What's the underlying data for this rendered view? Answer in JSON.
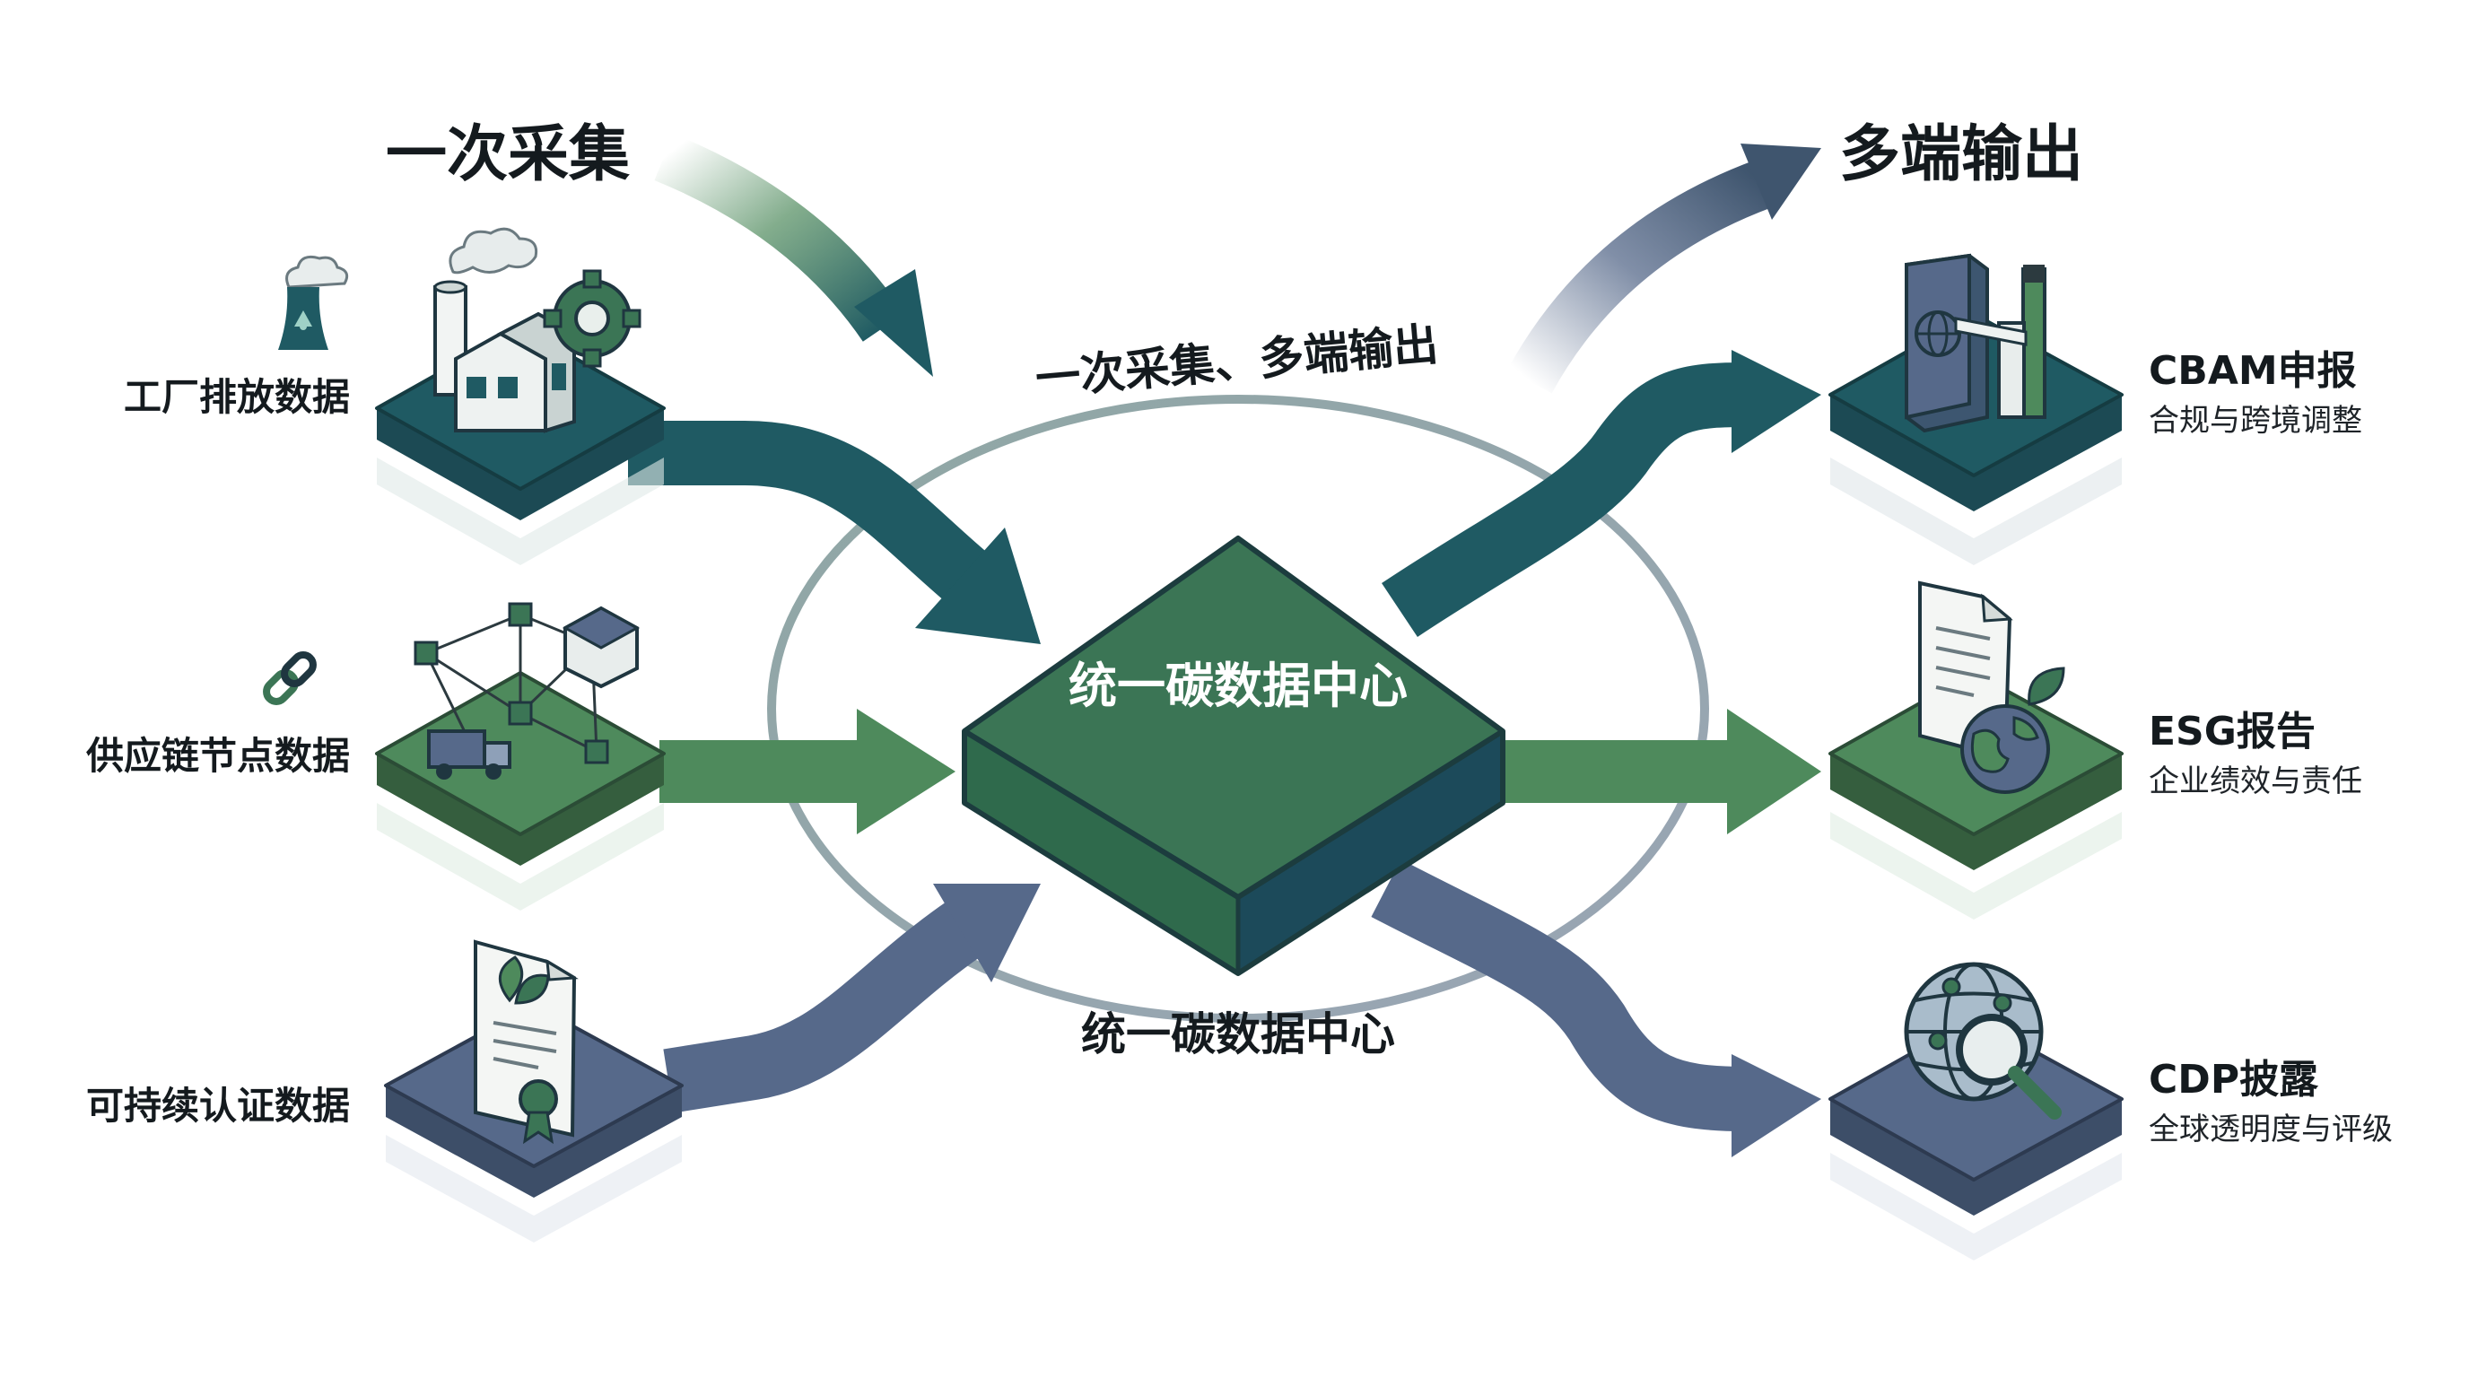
{
  "headings": {
    "collect": "一次采集",
    "output": "多端输出",
    "ring_top": "一次采集、多端输出",
    "ring_bottom": "统一碳数据中心"
  },
  "hub": {
    "title": "统一碳数据中心"
  },
  "inputs": [
    {
      "label": "工厂排放数据",
      "icon": "factory-icon",
      "color": "#1f5a63"
    },
    {
      "label": "供应链节点数据",
      "icon": "supply-chain-network-icon",
      "color": "#4e8a5c"
    },
    {
      "label": "可持续认证数据",
      "icon": "certificate-icon",
      "color": "#56698a"
    }
  ],
  "outputs": [
    {
      "title": "CBAM申报",
      "subtitle": "合规与跨境调整",
      "icon": "passport-border-icon",
      "color": "#1f5a63"
    },
    {
      "title": "ESG报告",
      "subtitle": "企业绩效与责任",
      "icon": "report-globe-icon",
      "color": "#4e8a5c"
    },
    {
      "title": "CDP披露",
      "subtitle": "全球透明度与评级",
      "icon": "globe-magnifier-icon",
      "color": "#56698a"
    }
  ],
  "colors": {
    "teal": "#1f5a63",
    "green": "#4e8a5c",
    "slate": "#56698a",
    "hub_top": "#3b7555",
    "hub_right": "#1c4a5a",
    "ring": "#a8b6b2"
  }
}
